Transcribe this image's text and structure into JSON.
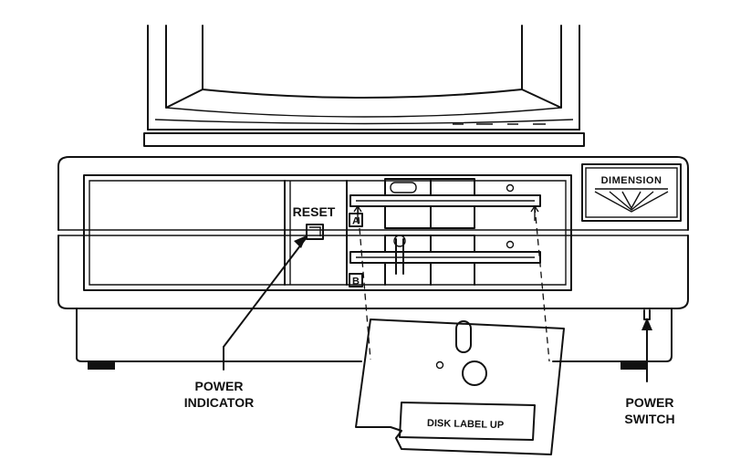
{
  "diagram": {
    "brand_label": "DIMENSION",
    "reset_label": "RESET",
    "drive_a_label": "A",
    "drive_b_label": "B",
    "power_indicator_label": [
      "POWER",
      "INDICATOR"
    ],
    "power_switch_label": [
      "POWER",
      "SWITCH"
    ],
    "disk_label": "DISK LABEL UP"
  },
  "colors": {
    "ink": "#111111",
    "paper": "#ffffff",
    "shade": "#cfcfcf"
  }
}
